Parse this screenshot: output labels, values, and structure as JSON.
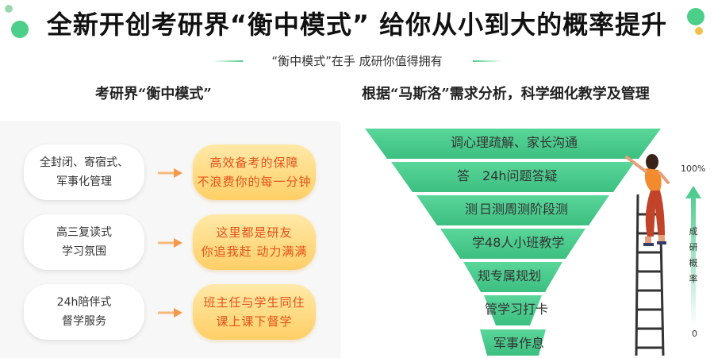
{
  "header": {
    "title": "全新开创考研界“衡中模式” 给你从小到大的概率提升",
    "subtitle": "“衡中模式”在手 成研你值得拥有"
  },
  "left": {
    "section_title": "考研界“衡中模式”",
    "rows": [
      {
        "feature": "全封闭、寄宿式、\n军事化管理",
        "benefit": "高效备考的保障\n不浪费你的每一分钟"
      },
      {
        "feature": "高三复读式\n学习氛围",
        "benefit": "这里都是研友\n你追我赶 动力满满"
      },
      {
        "feature": "24h陪伴式\n督学服务",
        "benefit": "班主任与学生同住\n课上课下督学"
      }
    ]
  },
  "right": {
    "section_title": "根据“马斯洛”需求分析，科学细化教学及管理",
    "funnel": [
      {
        "big": "调",
        "text": "心理疏解、家长沟通"
      },
      {
        "big": "答",
        "text": "24h问题答疑"
      },
      {
        "big": "测",
        "text": "日测周测阶段测"
      },
      {
        "big": "学",
        "text": "48人小班教学"
      },
      {
        "big": "规",
        "text": "专属规划"
      },
      {
        "big": "管",
        "text": "学习打卡"
      },
      {
        "big": "",
        "text": "军事作息"
      }
    ],
    "axis": {
      "top": "100%",
      "bottom": "0",
      "label_chars": [
        "成",
        "研",
        "概",
        "率"
      ]
    }
  },
  "colors": {
    "green": "#44c98a",
    "green_dark": "#2fa96e",
    "orange_text": "#e2531c",
    "orange_arrow": "#f7a35c"
  }
}
